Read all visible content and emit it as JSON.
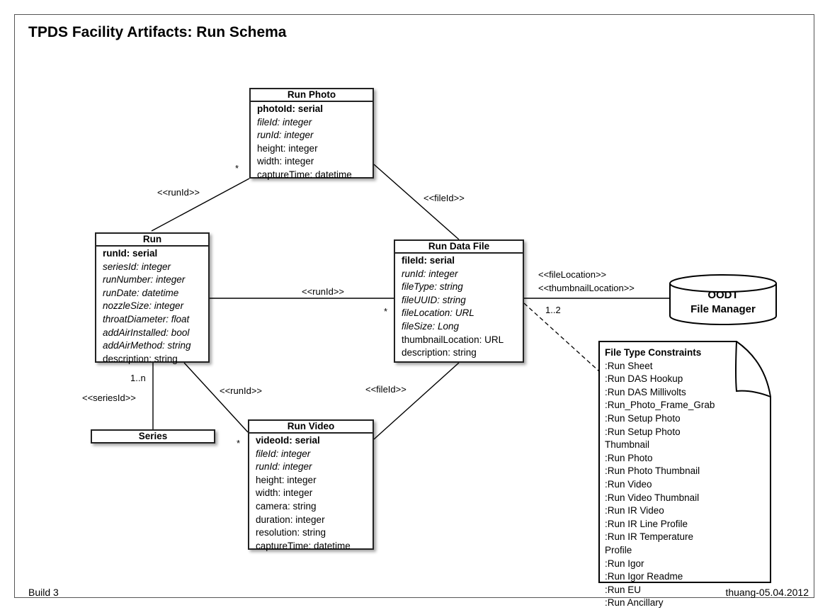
{
  "title": "TPDS Facility Artifacts: Run Schema",
  "footer_left": "Build 3",
  "footer_right": "thuang-05.04.2012",
  "entities": {
    "run_photo": {
      "name": "Run Photo",
      "pk": "photoId: serial",
      "fields": [
        "fileId: integer",
        "runId: integer",
        "height: integer",
        "width: integer",
        "captureTime: datetime"
      ]
    },
    "run": {
      "name": "Run",
      "pk": "runId: serial",
      "fields": [
        "seriesId: integer",
        "runNumber: integer",
        "runDate: datetime",
        "nozzleSize: integer",
        "throatDiameter: float",
        "addAirInstalled: bool",
        "addAirMethod: string",
        "description: string"
      ]
    },
    "run_data_file": {
      "name": "Run Data File",
      "pk": "fileId: serial",
      "fields": [
        "runId: integer",
        "fileType: string",
        "fileUUID: string",
        "fileLocation: URL",
        "fileSize: Long",
        "thumbnailLocation: URL",
        "description: string"
      ]
    },
    "run_video": {
      "name": "Run Video",
      "pk": "videoId: serial",
      "fields": [
        "fileId: integer",
        "runId: integer",
        "height: integer",
        "width: integer",
        "camera: string",
        "duration: integer",
        "resolution: string",
        "captureTime: datetime"
      ]
    },
    "series": {
      "name": "Series"
    }
  },
  "file_manager": {
    "line1": "OODT",
    "line2": "File Manager"
  },
  "note": {
    "heading": "File Type Constraints",
    "items": [
      ":Run Sheet",
      ":Run DAS Hookup",
      ":Run DAS Millivolts",
      ":Run_Photo_Frame_Grab",
      ":Run Setup Photo",
      ":Run Setup Photo Thumbnail",
      ":Run Photo",
      ":Run Photo Thumbnail",
      ":Run Video",
      ":Run Video Thumbnail",
      ":Run IR Video",
      ":Run IR Line Profile",
      ":Run IR Temperature Profile",
      ":Run Igor",
      ":Run Igor Readme",
      ":Run EU",
      ":Run Ancillary"
    ]
  },
  "labels": {
    "runid_photo": "<<runId>>",
    "fileid_photo": "<<fileId>>",
    "runid_datafile": "<<runId>>",
    "runid_video": "<<runId>>",
    "fileid_video": "<<fileId>>",
    "seriesid": "<<seriesId>>",
    "filelocation": "<<fileLocation>>",
    "thumbnaillocation": "<<thumbnailLocation>>"
  },
  "multiplicities": {
    "photo_star": "*",
    "datafile_star": "*",
    "video_star": "*",
    "series_1n": "1..n",
    "note_12": "1..2"
  }
}
